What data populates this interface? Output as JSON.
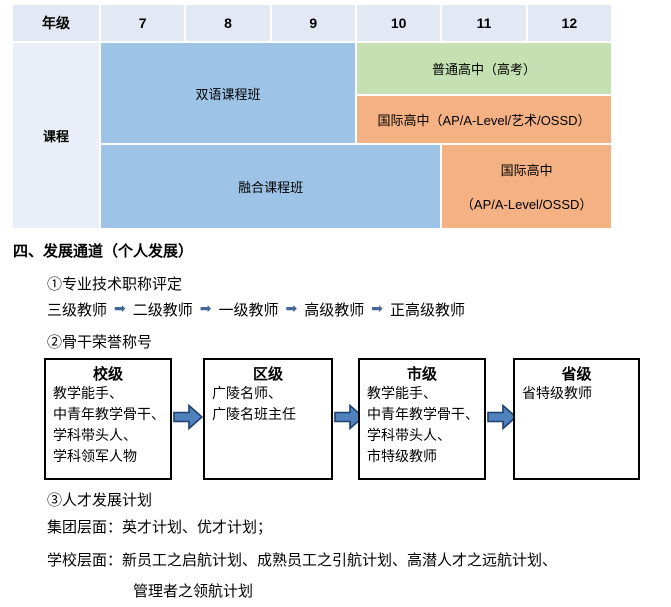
{
  "table": {
    "header_label": "年级",
    "grades": [
      "7",
      "8",
      "9",
      "10",
      "11",
      "12"
    ],
    "row_label": "课程",
    "cells": {
      "bilingual": "双语课程班",
      "regular_hs": "普通高中（高考）",
      "intl_hs_art": "国际高中（AP/A-Level/艺术/OSSD）",
      "fusion": "融合课程班",
      "intl_hs_line1": "国际高中",
      "intl_hs_line2": "（AP/A-Level/OSSD）"
    }
  },
  "colors": {
    "table_header_bg": "#e2e9f5",
    "table_label_bg": "#e9eef8",
    "cell_blue": "#9dc3e6",
    "cell_green": "#c5e0b3",
    "cell_orange": "#f4b183",
    "small_arrow": "#44679b",
    "big_arrow_fill": "#4f81bd",
    "big_arrow_stroke": "#1f3f6e"
  },
  "icons": {
    "arrow_right": "➡"
  },
  "development": {
    "heading": "四、发展通道（个人发展）",
    "title_item": "①专业技术职称评定",
    "progression": [
      "三级教师",
      "二级教师",
      "一级教师",
      "高级教师",
      "正高级教师"
    ],
    "honor_item": "②骨干荣誉称号",
    "boxes": [
      {
        "title": "校级",
        "lines": [
          "教学能手、",
          "中青年教学骨干、",
          "学科带头人、",
          "学科领军人物"
        ]
      },
      {
        "title": "区级",
        "lines": [
          "广陵名师、",
          "广陵名班主任"
        ]
      },
      {
        "title": "市级",
        "lines": [
          "教学能手、",
          "中青年教学骨干、",
          "学科带头人、",
          "市特级教师"
        ]
      },
      {
        "title": "省级",
        "lines": [
          "省特级教师"
        ]
      }
    ],
    "talent_item": "③人才发展计划",
    "group_line": "集团层面：英才计划、优才计划；",
    "school_line": "学校层面：新员工之启航计划、成熟员工之引航计划、高潜人才之远航计划、",
    "school_line2": "管理者之领航计划"
  }
}
